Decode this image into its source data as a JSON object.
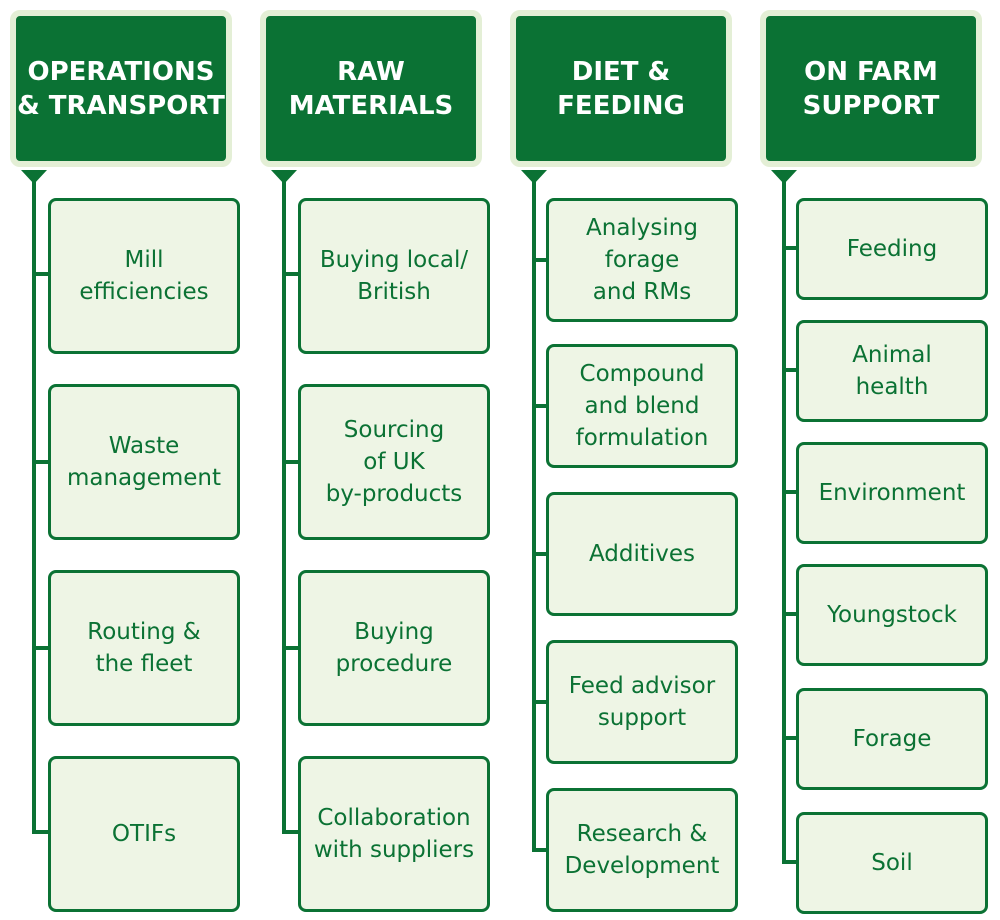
{
  "colors": {
    "header_bg": "#0b7234",
    "header_border": "#e4efd6",
    "box_bg": "#eef5e5",
    "box_border": "#0b7234",
    "text": "#0b7234"
  },
  "columns": [
    {
      "title": "OPERATIONS\n& TRANSPORT",
      "items": [
        "Mill\nefficiencies",
        "Waste\nmanagement",
        "Routing &\nthe fleet",
        "OTIFs"
      ]
    },
    {
      "title": "RAW\nMATERIALS",
      "items": [
        "Buying local/\nBritish",
        "Sourcing\nof UK\nby-products",
        "Buying\nprocedure",
        "Collaboration\nwith suppliers"
      ]
    },
    {
      "title": "DIET &\nFEEDING",
      "items": [
        "Analysing\nforage\nand RMs",
        "Compound\nand blend\nformulation",
        "Additives",
        "Feed advisor\nsupport",
        "Research &\nDevelopment"
      ]
    },
    {
      "title": "ON FARM\nSUPPORT",
      "items": [
        "Feeding",
        "Animal\nhealth",
        "Environment",
        "Youngstock",
        "Forage",
        "Soil"
      ]
    }
  ]
}
